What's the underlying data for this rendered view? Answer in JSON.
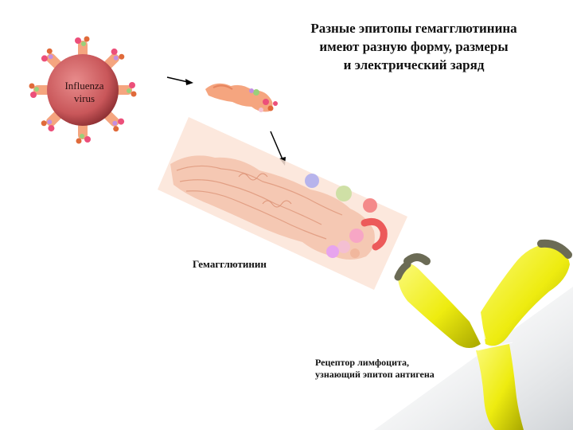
{
  "title_lines": [
    "Разные эпитопы гемагглютинина",
    "имеют разную форму, размеры",
    "и электрический заряд"
  ],
  "virus": {
    "label_lines": [
      "Influenza",
      "virus"
    ],
    "color": "#c9575a"
  },
  "hemagglutinin_label": "Гемагглютинин",
  "receptor_label_lines": [
    "Рецептор лимфоцита,",
    "узнающий эпитоп антигена"
  ],
  "colors": {
    "protein": "#f5a57f",
    "protein_light": "#f8d9c9",
    "receptor": "#f0ee1a",
    "receptor_tip": "#6b6b55"
  }
}
